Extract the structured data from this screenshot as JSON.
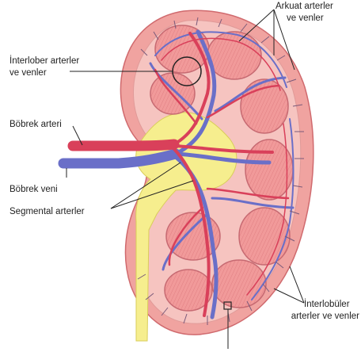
{
  "labels": {
    "arcuate_1": "Arkuat arterler",
    "arcuate_2": "ve venler",
    "interlobar_1": "İnterlober arterler",
    "interlobar_2": "ve venler",
    "renal_artery": "Böbrek arteri",
    "renal_vein": "Böbrek veni",
    "segmental": "Segmental arterler",
    "interlobular_1": "İnterlobüler",
    "interlobular_2": "arterler ve venler"
  },
  "colors": {
    "capsule": "#f0a3a0",
    "cortex": "#f6c4c0",
    "pyramid": "#f19a9a",
    "pelvis": "#f6ee8e",
    "artery": "#d9405a",
    "vein": "#6a6fc8",
    "background": "#ffffff"
  }
}
